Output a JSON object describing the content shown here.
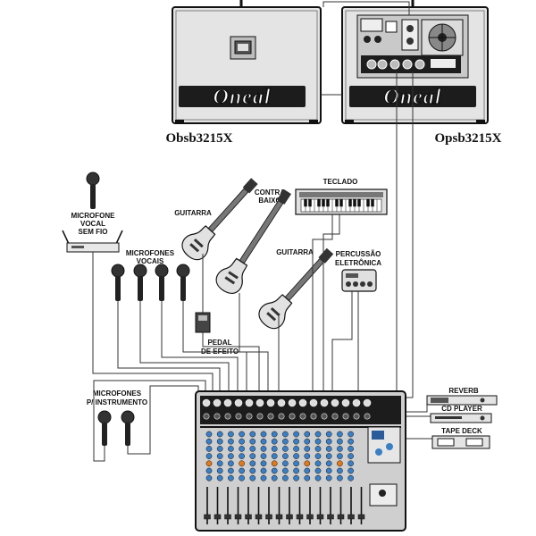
{
  "speakers": {
    "passive": {
      "model": "Obsb3215X",
      "brand": "Oneal"
    },
    "active": {
      "model": "Opsb3215X",
      "brand": "Oneal"
    }
  },
  "sources": {
    "wireless_mic": {
      "label_lines": [
        "MICROFONE",
        "VOCAL",
        "SEM FIO"
      ]
    },
    "vocal_mics": {
      "label_lines": [
        "MICROFONES",
        "VOCAIS"
      ]
    },
    "instrument_mics": {
      "label_lines": [
        "MICROFONES",
        "P/ INSTRUMENTO"
      ]
    },
    "guitar_1": {
      "label": "GUITARRA"
    },
    "bass": {
      "label_lines": [
        "CONTRA",
        "BAIXO"
      ]
    },
    "guitar_2": {
      "label": "GUITARRA"
    },
    "keyboard": {
      "label": "TECLADO"
    },
    "drum_machine": {
      "label_lines": [
        "PERCUSSÃO",
        "ELETRÔNICA"
      ]
    },
    "effects_pedal": {
      "label_lines": [
        "PEDAL",
        "DE EFEITO"
      ]
    }
  },
  "outboard": {
    "reverb": {
      "label": "REVERB"
    },
    "cd_player": {
      "label": "CD PLAYER"
    },
    "tape_deck": {
      "label": "TAPE DECK"
    }
  },
  "colors": {
    "line": "#333333",
    "speaker_face": "#e4e4e4",
    "knob_blue": "#3a7fc4",
    "knob_orange": "#e07a1c",
    "panel": "#cfcfcf"
  }
}
